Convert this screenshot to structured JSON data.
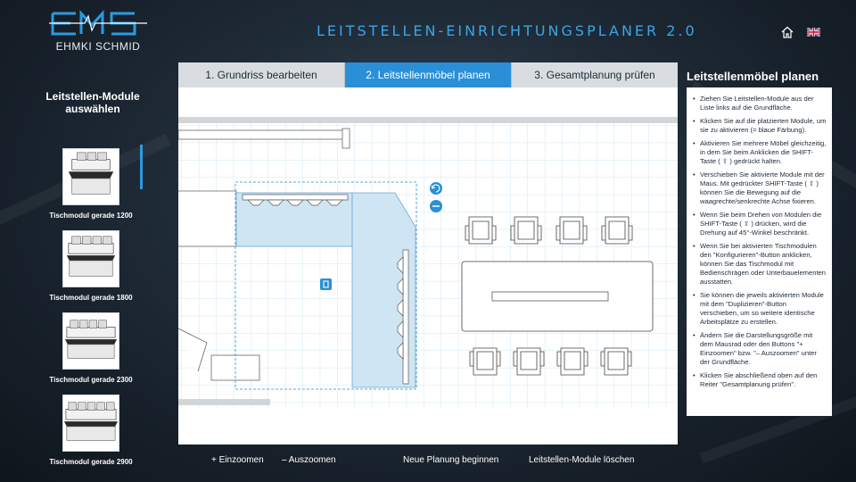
{
  "brand": {
    "logo_text": "EHMKI SCHMID"
  },
  "header": {
    "title": "LEITSTELLEN-EINRICHTUNGSPLANER 2.0"
  },
  "icons": {
    "home": "home-icon",
    "language": "uk-flag-icon",
    "rotate": "rotate-icon",
    "remove": "minus-circle-icon",
    "configure": "configure-icon"
  },
  "colors": {
    "accent": "#2a8fd6",
    "title": "#3aa6e6",
    "selected_module": "#cfe5f4",
    "grid": "#cfe7f3"
  },
  "sidebar": {
    "title": "Leitstellen-Module auswählen",
    "modules": [
      {
        "label": "Tischmodul gerade 1200"
      },
      {
        "label": "Tischmodul gerade 1800"
      },
      {
        "label": "Tischmodul gerade 2300"
      },
      {
        "label": "Tischmodul gerade 2900"
      }
    ]
  },
  "tabs": [
    {
      "label": "1. Grundriss bearbeiten",
      "active": false
    },
    {
      "label": "2. Leitstellenmöbel planen",
      "active": true
    },
    {
      "label": "3. Gesamtplanung prüfen",
      "active": false
    }
  ],
  "footer": {
    "zoom_in": "+ Einzoomen",
    "zoom_out": "– Auszoomen",
    "new_plan": "Neue Planung beginnen",
    "delete_modules": "Leitstellen-Module löschen"
  },
  "panel": {
    "title": "Leitstellenmöbel planen",
    "instructions": [
      "Ziehen Sie Leitstellen-Module aus der Liste links auf die Grundfläche.",
      "Klicken Sie auf die platzierten Module, um sie zu aktivieren (= blaue Färbung).",
      "Aktivieren Sie mehrere Möbel gleichzeitig, in dem Sie beim Anklicken die SHIFT-Taste ( ⇧ ) gedrückt halten.",
      "Verschieben Sie aktivierte Module mit der Maus. Mit gedrückter SHIFT-Taste ( ⇧ ) können Sie die Bewegung auf die waagrechte/senkrechte Achse fixieren.",
      "Wenn Sie beim Drehen von Modulen die SHIFT-Taste ( ⇧ ) drücken, wird die Drehung auf 45°-Winkel beschränkt.",
      "Wenn Sie bei aktivierten Tischmodulen den \"Konfigurieren\"-Button anklicken, können Sie das Tischmodul mit Bedienschrägen oder Unterbauelementen ausstatten.",
      "Sie können die jeweils aktivierten Module mit dem \"Duplizieren\"-Button verschieben, um so weitere identische Arbeitsplätze zu erstellen.",
      "Ändern Sie die Darstellungsgröße mit dem Mausrad oder den Buttons \"+ Einzoomen\" bzw. \"– Auszoomen\" unter der Grundfläche.",
      "Klicken Sie abschließend oben auf den Reiter \"Gesamtplanung prüfen\"."
    ]
  }
}
